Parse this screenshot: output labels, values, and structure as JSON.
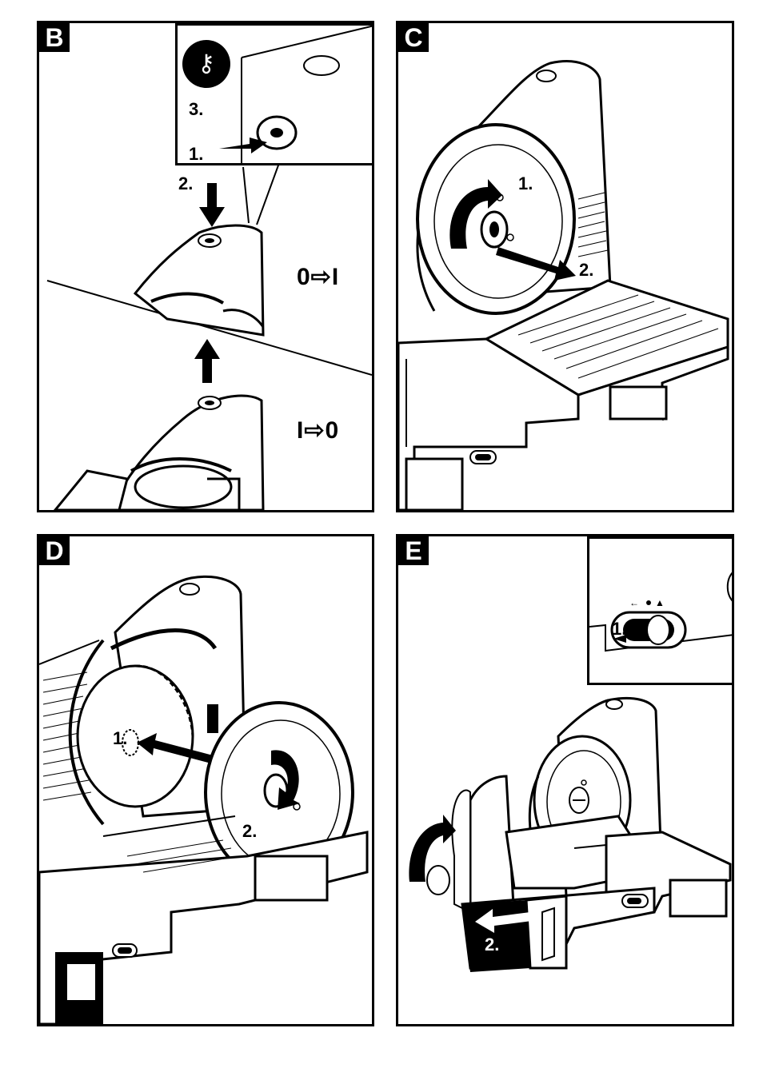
{
  "panels": {
    "b": {
      "label": "B",
      "inset_steps": {
        "step3": "3.",
        "step1": "1."
      },
      "key_icon": "key-icon",
      "step2": "2.",
      "switch_on": "0⇨I",
      "switch_off": "I⇨0"
    },
    "c": {
      "label": "C",
      "step1": "1.",
      "step2": "2."
    },
    "d": {
      "label": "D",
      "step1": "1.",
      "step2": "2."
    },
    "e": {
      "label": "E",
      "inset_step1": "1.",
      "step2": "2."
    }
  }
}
